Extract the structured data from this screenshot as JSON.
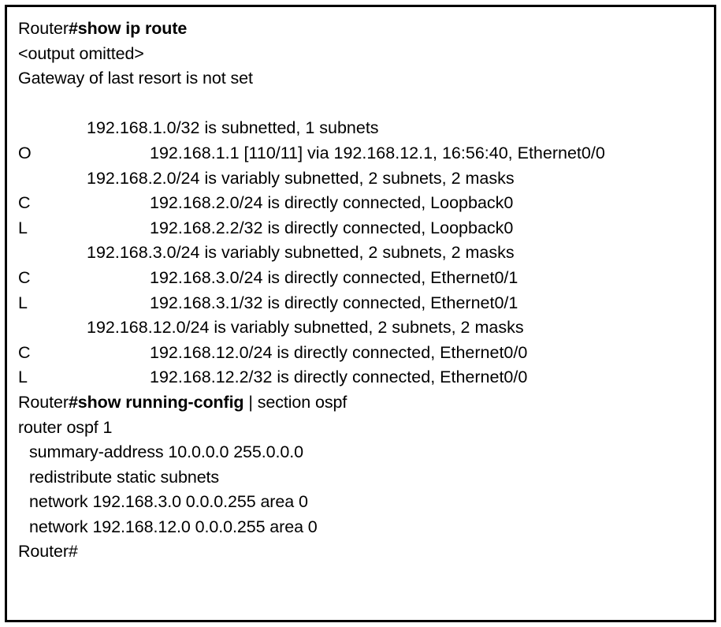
{
  "terminal": {
    "device_prompt": "Router",
    "lines": [
      {
        "kind": "command",
        "prefix": "Router",
        "command": "#show ip route",
        "tail": ""
      },
      {
        "kind": "plain",
        "text": "<output omitted>"
      },
      {
        "kind": "plain",
        "text": "Gateway of last resort is not set"
      },
      {
        "kind": "blank",
        "text": ""
      },
      {
        "kind": "subnet-header",
        "text": "192.168.1.0/32 is subnetted, 1 subnets"
      },
      {
        "kind": "route",
        "code": "O",
        "text": "192.168.1.1 [110/11] via 192.168.12.1, 16:56:40, Ethernet0/0"
      },
      {
        "kind": "subnet-header",
        "text": "192.168.2.0/24 is variably subnetted, 2 subnets, 2 masks"
      },
      {
        "kind": "route",
        "code": "C",
        "text": "192.168.2.0/24 is directly connected, Loopback0"
      },
      {
        "kind": "route",
        "code": "L",
        "text": "192.168.2.2/32 is directly connected, Loopback0"
      },
      {
        "kind": "subnet-header",
        "text": "192.168.3.0/24 is variably subnetted, 2 subnets, 2 masks"
      },
      {
        "kind": "route",
        "code": "C",
        "text": "192.168.3.0/24 is directly connected, Ethernet0/1"
      },
      {
        "kind": "route",
        "code": "L",
        "text": "192.168.3.1/32 is directly connected, Ethernet0/1"
      },
      {
        "kind": "subnet-header",
        "text": "192.168.12.0/24 is variably subnetted, 2 subnets, 2 masks"
      },
      {
        "kind": "route",
        "code": "C",
        "text": "192.168.12.0/24 is directly connected, Ethernet0/0"
      },
      {
        "kind": "route",
        "code": "L",
        "text": "192.168.12.2/32 is directly connected, Ethernet0/0"
      },
      {
        "kind": "command",
        "prefix": "Router",
        "command": "#show running-config",
        "tail": " | section ospf"
      },
      {
        "kind": "plain",
        "text": "router ospf 1"
      },
      {
        "kind": "config",
        "text": "summary-address 10.0.0.0 255.0.0.0"
      },
      {
        "kind": "config",
        "text": "redistribute static subnets"
      },
      {
        "kind": "config",
        "text": "network 192.168.3.0 0.0.0.255 area 0"
      },
      {
        "kind": "config",
        "text": "network 192.168.12.0 0.0.0.255 area 0"
      },
      {
        "kind": "plain",
        "text": "Router#"
      }
    ]
  },
  "colors": {
    "text": "#000000",
    "background": "#ffffff",
    "border": "#000000"
  }
}
